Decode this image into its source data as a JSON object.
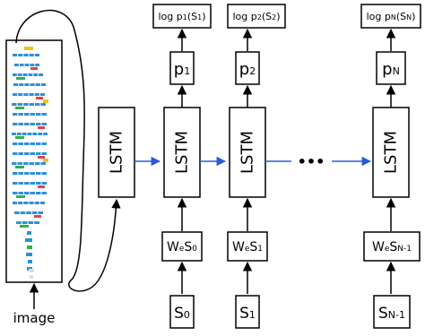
{
  "image_label": "image",
  "lstm_label": "LSTM",
  "ellipsis": "•••",
  "log_probs": [
    {
      "base": "log p",
      "sub": "1",
      "arg": "(S",
      "argsub": "1",
      "close": ")"
    },
    {
      "base": "log p",
      "sub": "2",
      "arg": "(S",
      "argsub": "2",
      "close": ")"
    },
    {
      "base": "log p",
      "sub": "N",
      "arg": "(S",
      "argsub": "N",
      "close": ")"
    }
  ],
  "p_nodes": [
    {
      "base": "p",
      "sub": "1"
    },
    {
      "base": "p",
      "sub": "2"
    },
    {
      "base": "p",
      "sub": "N"
    }
  ],
  "embed_nodes": [
    {
      "w": "W",
      "wsub": "e",
      "s": "S",
      "ssub": "0"
    },
    {
      "w": "W",
      "wsub": "e",
      "s": "S",
      "ssub": "1"
    },
    {
      "w": "W",
      "wsub": "e",
      "s": "S",
      "ssub": "N-1"
    }
  ],
  "word_nodes": [
    {
      "base": "S",
      "sub": "0"
    },
    {
      "base": "S",
      "sub": "1"
    },
    {
      "base": "S",
      "sub": "N-1"
    }
  ],
  "colors": {
    "recurrent_arrow": "#2a5bd7",
    "cnn_blue": "#2f8fd8",
    "cnn_green": "#2fb34a",
    "cnn_red": "#e0424a",
    "cnn_yellow": "#f2c21b"
  }
}
